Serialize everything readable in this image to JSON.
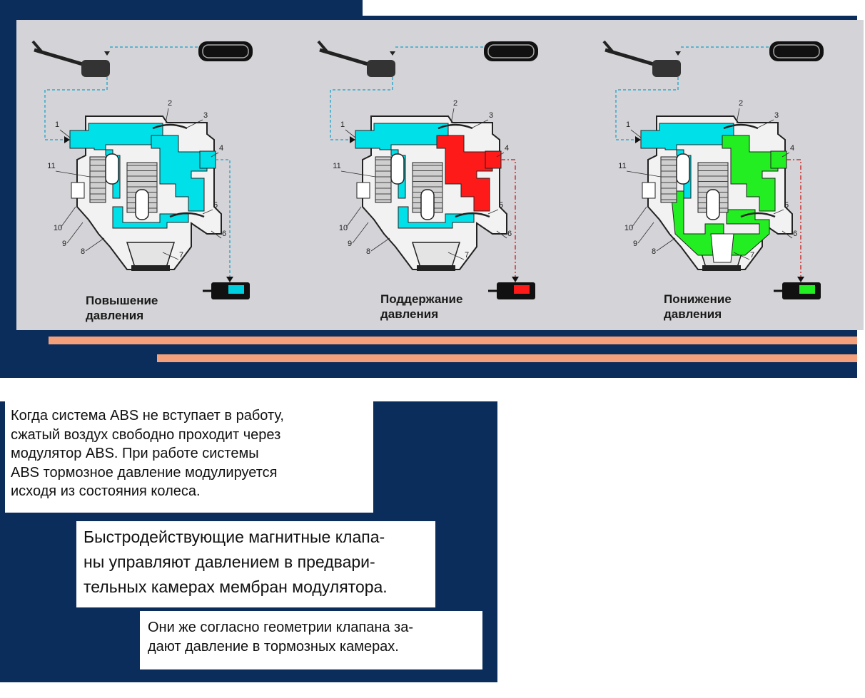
{
  "diagrams": [
    {
      "title_line1": "Повышение",
      "title_line2": "давления",
      "color": "#00e0e8",
      "mode": "increase",
      "part_numbers": [
        "1",
        "2",
        "3",
        "4",
        "5",
        "6",
        "7",
        "8",
        "9",
        "10",
        "11"
      ]
    },
    {
      "title_line1": "Поддержание",
      "title_line2": "давления",
      "color": "#ff1a1a",
      "mode": "hold",
      "part_numbers": [
        "1",
        "2",
        "3",
        "4",
        "5",
        "6",
        "7",
        "8",
        "9",
        "10",
        "11"
      ]
    },
    {
      "title_line1": "Понижение",
      "title_line2": "давления",
      "color": "#22ee22",
      "mode": "decrease",
      "part_numbers": [
        "1",
        "2",
        "3",
        "4",
        "5",
        "6",
        "7",
        "8",
        "9",
        "10",
        "11"
      ]
    }
  ],
  "text_blocks": {
    "block1": [
      "Когда система ABS не вступает в работу,",
      "сжатый воздух свободно проходит через",
      "модулятор ABS.  При работе системы",
      "ABS тормозное давление модулируется",
      "исходя из состояния колеса."
    ],
    "block2": [
      "Быстродействующие магнитные клапа-",
      "ны управляют давлением в предвари-",
      "тельных камерах мембран модулятора."
    ],
    "block3": [
      "Они же согласно геометрии клапана за-",
      "дают давление в тормозных камерах."
    ]
  },
  "colors": {
    "navy": "#0b2d5c",
    "stripe": "#f4a07a",
    "panel": "#d4d4d8"
  }
}
